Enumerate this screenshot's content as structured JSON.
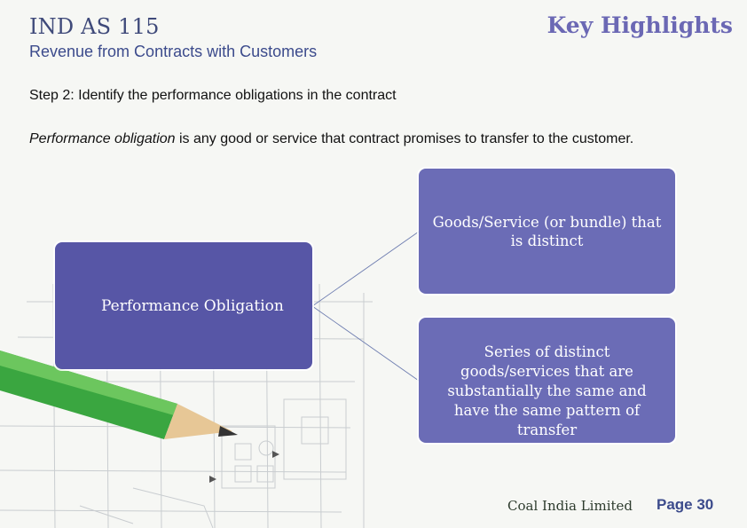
{
  "header": {
    "title_left": "IND AS 115",
    "title_right": "Key Highlights",
    "subtitle": "Revenue from Contracts with Customers"
  },
  "content": {
    "step": "Step 2: Identify the performance obligations in the contract",
    "definition_term": "Performance obligation",
    "definition_rest": " is any good or service that contract promises to transfer to the customer."
  },
  "diagram": {
    "root": "Performance Obligation",
    "branch_1": "Goods/Service (or bundle) that is distinct",
    "branch_2": "Series of distinct goods/services that are substantially the same and have the same pattern of transfer"
  },
  "footer": {
    "company": "Coal India Limited",
    "page": "Page 30"
  },
  "colors": {
    "root_box": "#5756a6",
    "branch_box": "#6b6cb6",
    "title_accent": "#6b68b4",
    "pencil": "#3aa640"
  }
}
